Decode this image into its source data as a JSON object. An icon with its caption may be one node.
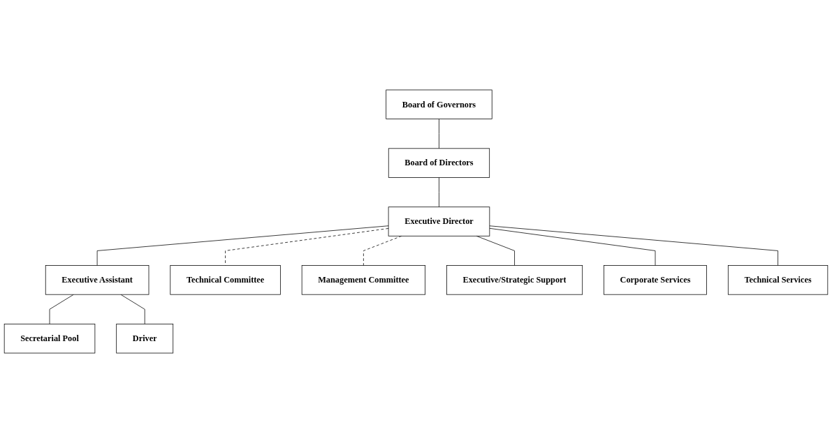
{
  "diagram": {
    "nodes": [
      {
        "text": [
          "Board of Governors"
        ]
      },
      {
        "text": [
          "Board of Directors"
        ]
      },
      {
        "text": [
          "Executive Director"
        ]
      },
      {
        "text": [
          "Executive Assistant"
        ]
      },
      {
        "text": [
          "Secretarial Pool"
        ]
      },
      {
        "text": [
          "Driver"
        ]
      },
      {
        "text": [
          "Technical Committee"
        ]
      },
      {
        "text": [
          "Management Committee"
        ]
      },
      {
        "text": [
          "Executive/Strategic Support"
        ]
      },
      {
        "text": [
          "Corporate Services"
        ]
      },
      {
        "text": [
          "Technical Services"
        ]
      }
    ],
    "edges": [
      {
        "from": 0,
        "to": 1,
        "arrow": "none"
      },
      {
        "from": 1,
        "to": 2,
        "arrow": "none"
      },
      {
        "from": 2,
        "to": 3,
        "arrow": "none"
      },
      {
        "from": 3,
        "to": 4,
        "arrow": "none"
      },
      {
        "from": 3,
        "to": 5,
        "arrow": "none"
      },
      {
        "from": 2,
        "to": 6,
        "arrow": "none",
        "style": "dashed"
      },
      {
        "from": 2,
        "to": 7,
        "arrow": "none",
        "style": "dashed"
      },
      {
        "from": 2,
        "to": 8,
        "arrow": "none"
      },
      {
        "from": 2,
        "to": 9,
        "arrow": "none"
      },
      {
        "from": 2,
        "to": 10,
        "arrow": "none"
      }
    ]
  }
}
